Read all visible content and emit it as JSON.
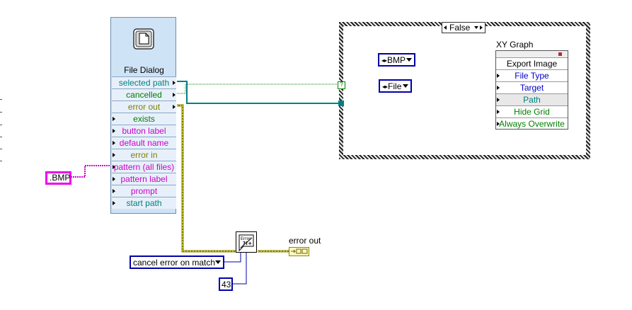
{
  "file_dialog": {
    "title": "File Dialog",
    "terminals": [
      {
        "label": "selected path",
        "color": "#008080"
      },
      {
        "label": "cancelled",
        "color": "#008000"
      },
      {
        "label": "error out",
        "color": "#808000"
      },
      {
        "label": "exists",
        "color": "#008000"
      },
      {
        "label": "button label",
        "color": "#cc00cc"
      },
      {
        "label": "default name",
        "color": "#cc00cc"
      },
      {
        "label": "error in",
        "color": "#808000"
      },
      {
        "label": "pattern (all files)",
        "color": "#cc00cc"
      },
      {
        "label": "pattern label",
        "color": "#cc00cc"
      },
      {
        "label": "prompt",
        "color": "#cc00cc"
      },
      {
        "label": "start path",
        "color": "#008080"
      }
    ]
  },
  "pattern_constant": ".BMP",
  "case_selector": "False",
  "ring_bmp": "BMP",
  "ring_file": "File",
  "property_node": {
    "title": "XY Graph",
    "rows": [
      {
        "label": "Export Image",
        "color": "#000000"
      },
      {
        "label": "File Type",
        "color": "#0000cc"
      },
      {
        "label": "Target",
        "color": "#0000cc"
      },
      {
        "label": "Path",
        "color": "#008080"
      },
      {
        "label": "Hide Grid",
        "color": "#008000"
      },
      {
        "label": "Always Overwrite",
        "color": "#008000"
      }
    ]
  },
  "clear_errors_ring": "cancel error on match",
  "error_code_constant": "43",
  "error_out_label": "error out",
  "colors": {
    "path_wire": "#008080",
    "boolean_wire": "#008000",
    "error_wire": "#808000",
    "string_wire": "#cc00cc",
    "enum_wire": "#0000aa"
  }
}
